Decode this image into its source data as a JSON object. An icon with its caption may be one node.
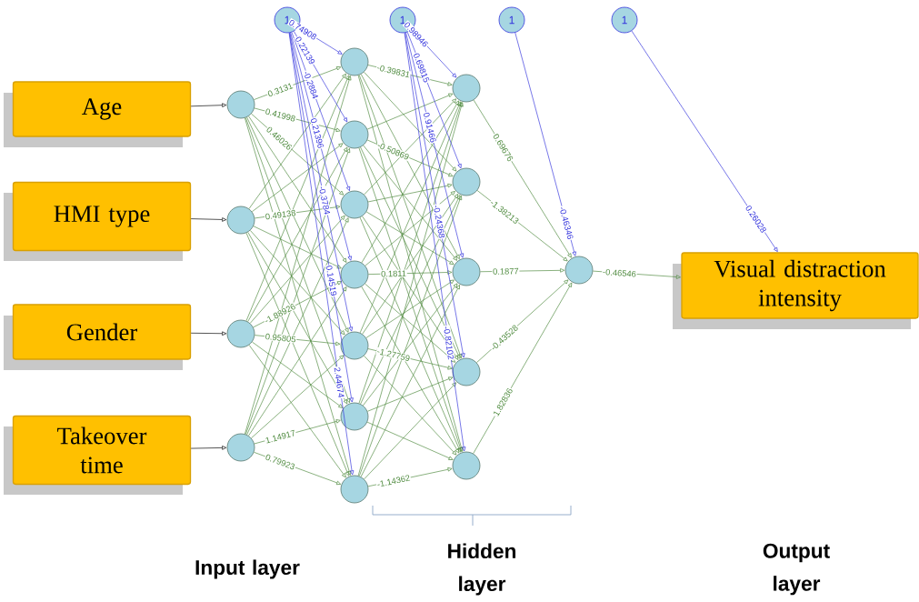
{
  "diagram": {
    "nodes": [
      {
        "text": [
          "Age"
        ]
      },
      {
        "text": [
          "HMI type"
        ]
      },
      {
        "text": [
          "Gender"
        ]
      },
      {
        "text": [
          "Takeover time"
        ]
      },
      {
        "text": [],
        "shape": "circle"
      },
      {
        "text": [],
        "shape": "circle"
      },
      {
        "text": [],
        "shape": "circle"
      },
      {
        "text": [],
        "shape": "circle"
      },
      {
        "text": [
          "1"
        ]
      },
      {
        "text": [],
        "shape": "circle"
      },
      {
        "text": [],
        "shape": "circle"
      },
      {
        "text": [],
        "shape": "circle"
      },
      {
        "text": [],
        "shape": "circle"
      },
      {
        "text": [],
        "shape": "circle"
      },
      {
        "text": [],
        "shape": "circle"
      },
      {
        "text": [],
        "shape": "circle"
      },
      {
        "text": [
          "1"
        ]
      },
      {
        "text": [],
        "shape": "circle"
      },
      {
        "text": [],
        "shape": "circle"
      },
      {
        "text": [],
        "shape": "circle"
      },
      {
        "text": [],
        "shape": "circle"
      },
      {
        "text": [],
        "shape": "circle"
      },
      {
        "text": [
          "1"
        ]
      },
      {
        "text": [],
        "shape": "circle"
      },
      {
        "text": [
          "1"
        ]
      },
      {
        "text": [
          "Visual distraction intensity"
        ]
      }
    ],
    "edges": [
      {
        "from": 0,
        "to": 4,
        "arrow": "to",
        "color": "#000000"
      },
      {
        "from": 1,
        "to": 5,
        "arrow": "to",
        "color": "#000000"
      },
      {
        "from": 2,
        "to": 6,
        "arrow": "to",
        "color": "#000000"
      },
      {
        "from": 3,
        "to": 7,
        "arrow": "to",
        "color": "#000000"
      },
      {
        "from": 4,
        "to": 9,
        "arrow": "to",
        "label": "0.3131"
      },
      {
        "from": 4,
        "to": 10,
        "arrow": "to",
        "label": "0.41998"
      },
      {
        "from": 4,
        "to": 11,
        "arrow": "to",
        "label": "0.46026"
      },
      {
        "from": 4,
        "to": 12,
        "arrow": "to"
      },
      {
        "from": 4,
        "to": 13,
        "arrow": "to"
      },
      {
        "from": 4,
        "to": 14,
        "arrow": "to"
      },
      {
        "from": 4,
        "to": 15,
        "arrow": "to"
      },
      {
        "from": 5,
        "to": 9,
        "arrow": "to"
      },
      {
        "from": 5,
        "to": 10,
        "arrow": "to"
      },
      {
        "from": 5,
        "to": 11,
        "arrow": "to",
        "label": "0.49138"
      },
      {
        "from": 5,
        "to": 12,
        "arrow": "to"
      },
      {
        "from": 5,
        "to": 13,
        "arrow": "to"
      },
      {
        "from": 5,
        "to": 14,
        "arrow": "to"
      },
      {
        "from": 5,
        "to": 15,
        "arrow": "to"
      },
      {
        "from": 6,
        "to": 9,
        "arrow": "to"
      },
      {
        "from": 6,
        "to": 10,
        "arrow": "to"
      },
      {
        "from": 6,
        "to": 11,
        "arrow": "to"
      },
      {
        "from": 6,
        "to": 12,
        "arrow": "to",
        "label": "-1.88926"
      },
      {
        "from": 6,
        "to": 13,
        "arrow": "to",
        "label": "0.95805"
      },
      {
        "from": 6,
        "to": 14,
        "arrow": "to"
      },
      {
        "from": 6,
        "to": 15,
        "arrow": "to"
      },
      {
        "from": 7,
        "to": 9,
        "arrow": "to"
      },
      {
        "from": 7,
        "to": 10,
        "arrow": "to"
      },
      {
        "from": 7,
        "to": 11,
        "arrow": "to"
      },
      {
        "from": 7,
        "to": 12,
        "arrow": "to"
      },
      {
        "from": 7,
        "to": 13,
        "arrow": "to"
      },
      {
        "from": 7,
        "to": 14,
        "arrow": "to",
        "label": "1.14917"
      },
      {
        "from": 7,
        "to": 15,
        "arrow": "to",
        "label": "0.79923"
      },
      {
        "from": 8,
        "to": 9,
        "arrow": "to",
        "label": "0.74908",
        "color": "#3333dd"
      },
      {
        "from": 8,
        "to": 10,
        "arrow": "to",
        "label": "0.22139",
        "color": "#3333dd"
      },
      {
        "from": 8,
        "to": 11,
        "arrow": "to",
        "label": "-0.2884",
        "color": "#3333dd"
      },
      {
        "from": 8,
        "to": 12,
        "arrow": "to",
        "label": "0.21396",
        "color": "#3333dd"
      },
      {
        "from": 8,
        "to": 13,
        "arrow": "to",
        "label": "-0.3784",
        "color": "#3333dd"
      },
      {
        "from": 8,
        "to": 14,
        "arrow": "to",
        "label": "0.14519",
        "color": "#3333dd"
      },
      {
        "from": 8,
        "to": 15,
        "arrow": "to",
        "label": "2.44674",
        "color": "#3333dd"
      },
      {
        "from": 9,
        "to": 17,
        "arrow": "to",
        "label": "-0.39831"
      },
      {
        "from": 9,
        "to": 18,
        "arrow": "to"
      },
      {
        "from": 9,
        "to": 19,
        "arrow": "to"
      },
      {
        "from": 9,
        "to": 20,
        "arrow": "to"
      },
      {
        "from": 9,
        "to": 21,
        "arrow": "to"
      },
      {
        "from": 10,
        "to": 17,
        "arrow": "to"
      },
      {
        "from": 10,
        "to": 18,
        "arrow": "to",
        "label": "-0.50869"
      },
      {
        "from": 10,
        "to": 19,
        "arrow": "to"
      },
      {
        "from": 10,
        "to": 20,
        "arrow": "to"
      },
      {
        "from": 10,
        "to": 21,
        "arrow": "to"
      },
      {
        "from": 11,
        "to": 17,
        "arrow": "to"
      },
      {
        "from": 11,
        "to": 18,
        "arrow": "to"
      },
      {
        "from": 11,
        "to": 19,
        "arrow": "to"
      },
      {
        "from": 11,
        "to": 20,
        "arrow": "to"
      },
      {
        "from": 11,
        "to": 21,
        "arrow": "to"
      },
      {
        "from": 12,
        "to": 17,
        "arrow": "to"
      },
      {
        "from": 12,
        "to": 18,
        "arrow": "to"
      },
      {
        "from": 12,
        "to": 19,
        "arrow": "to",
        "label": "0.1811"
      },
      {
        "from": 12,
        "to": 20,
        "arrow": "to"
      },
      {
        "from": 12,
        "to": 21,
        "arrow": "to"
      },
      {
        "from": 13,
        "to": 17,
        "arrow": "to"
      },
      {
        "from": 13,
        "to": 18,
        "arrow": "to"
      },
      {
        "from": 13,
        "to": 19,
        "arrow": "to"
      },
      {
        "from": 13,
        "to": 20,
        "arrow": "to",
        "label": "-1.27759"
      },
      {
        "from": 13,
        "to": 21,
        "arrow": "to"
      },
      {
        "from": 14,
        "to": 17,
        "arrow": "to"
      },
      {
        "from": 14,
        "to": 18,
        "arrow": "to"
      },
      {
        "from": 14,
        "to": 19,
        "arrow": "to"
      },
      {
        "from": 14,
        "to": 20,
        "arrow": "to"
      },
      {
        "from": 14,
        "to": 21,
        "arrow": "to"
      },
      {
        "from": 15,
        "to": 17,
        "arrow": "to"
      },
      {
        "from": 15,
        "to": 18,
        "arrow": "to"
      },
      {
        "from": 15,
        "to": 19,
        "arrow": "to"
      },
      {
        "from": 15,
        "to": 20,
        "arrow": "to"
      },
      {
        "from": 15,
        "to": 21,
        "arrow": "to",
        "label": "-1.14362"
      },
      {
        "from": 16,
        "to": 17,
        "arrow": "to",
        "label": "0.98946",
        "color": "#3333dd"
      },
      {
        "from": 16,
        "to": 18,
        "arrow": "to",
        "label": "0.69815",
        "color": "#3333dd"
      },
      {
        "from": 16,
        "to": 19,
        "arrow": "to",
        "label": "0.91466",
        "color": "#3333dd"
      },
      {
        "from": 16,
        "to": 20,
        "arrow": "to",
        "label": "-0.24368",
        "color": "#3333dd"
      },
      {
        "from": 16,
        "to": 21,
        "arrow": "to",
        "label": "-0.82102",
        "color": "#3333dd"
      },
      {
        "from": 17,
        "to": 23,
        "arrow": "to",
        "label": "0.69676"
      },
      {
        "from": 18,
        "to": 23,
        "arrow": "to",
        "label": "-1.38213"
      },
      {
        "from": 19,
        "to": 23,
        "arrow": "to",
        "label": "0.1877"
      },
      {
        "from": 20,
        "to": 23,
        "arrow": "to",
        "label": "-0.43528"
      },
      {
        "from": 21,
        "to": 23,
        "arrow": "to",
        "label": "1.82836"
      },
      {
        "from": 22,
        "to": 23,
        "arrow": "to",
        "label": "-0.46346",
        "color": "#3333dd"
      },
      {
        "from": 23,
        "to": 25,
        "arrow": "to",
        "label": "-0.46546"
      },
      {
        "from": 24,
        "to": 25,
        "arrow": "to",
        "label": "0.26028",
        "color": "#3333dd"
      }
    ],
    "labels": [
      "Input layer",
      "Hidden layer",
      "Output layer"
    ]
  }
}
